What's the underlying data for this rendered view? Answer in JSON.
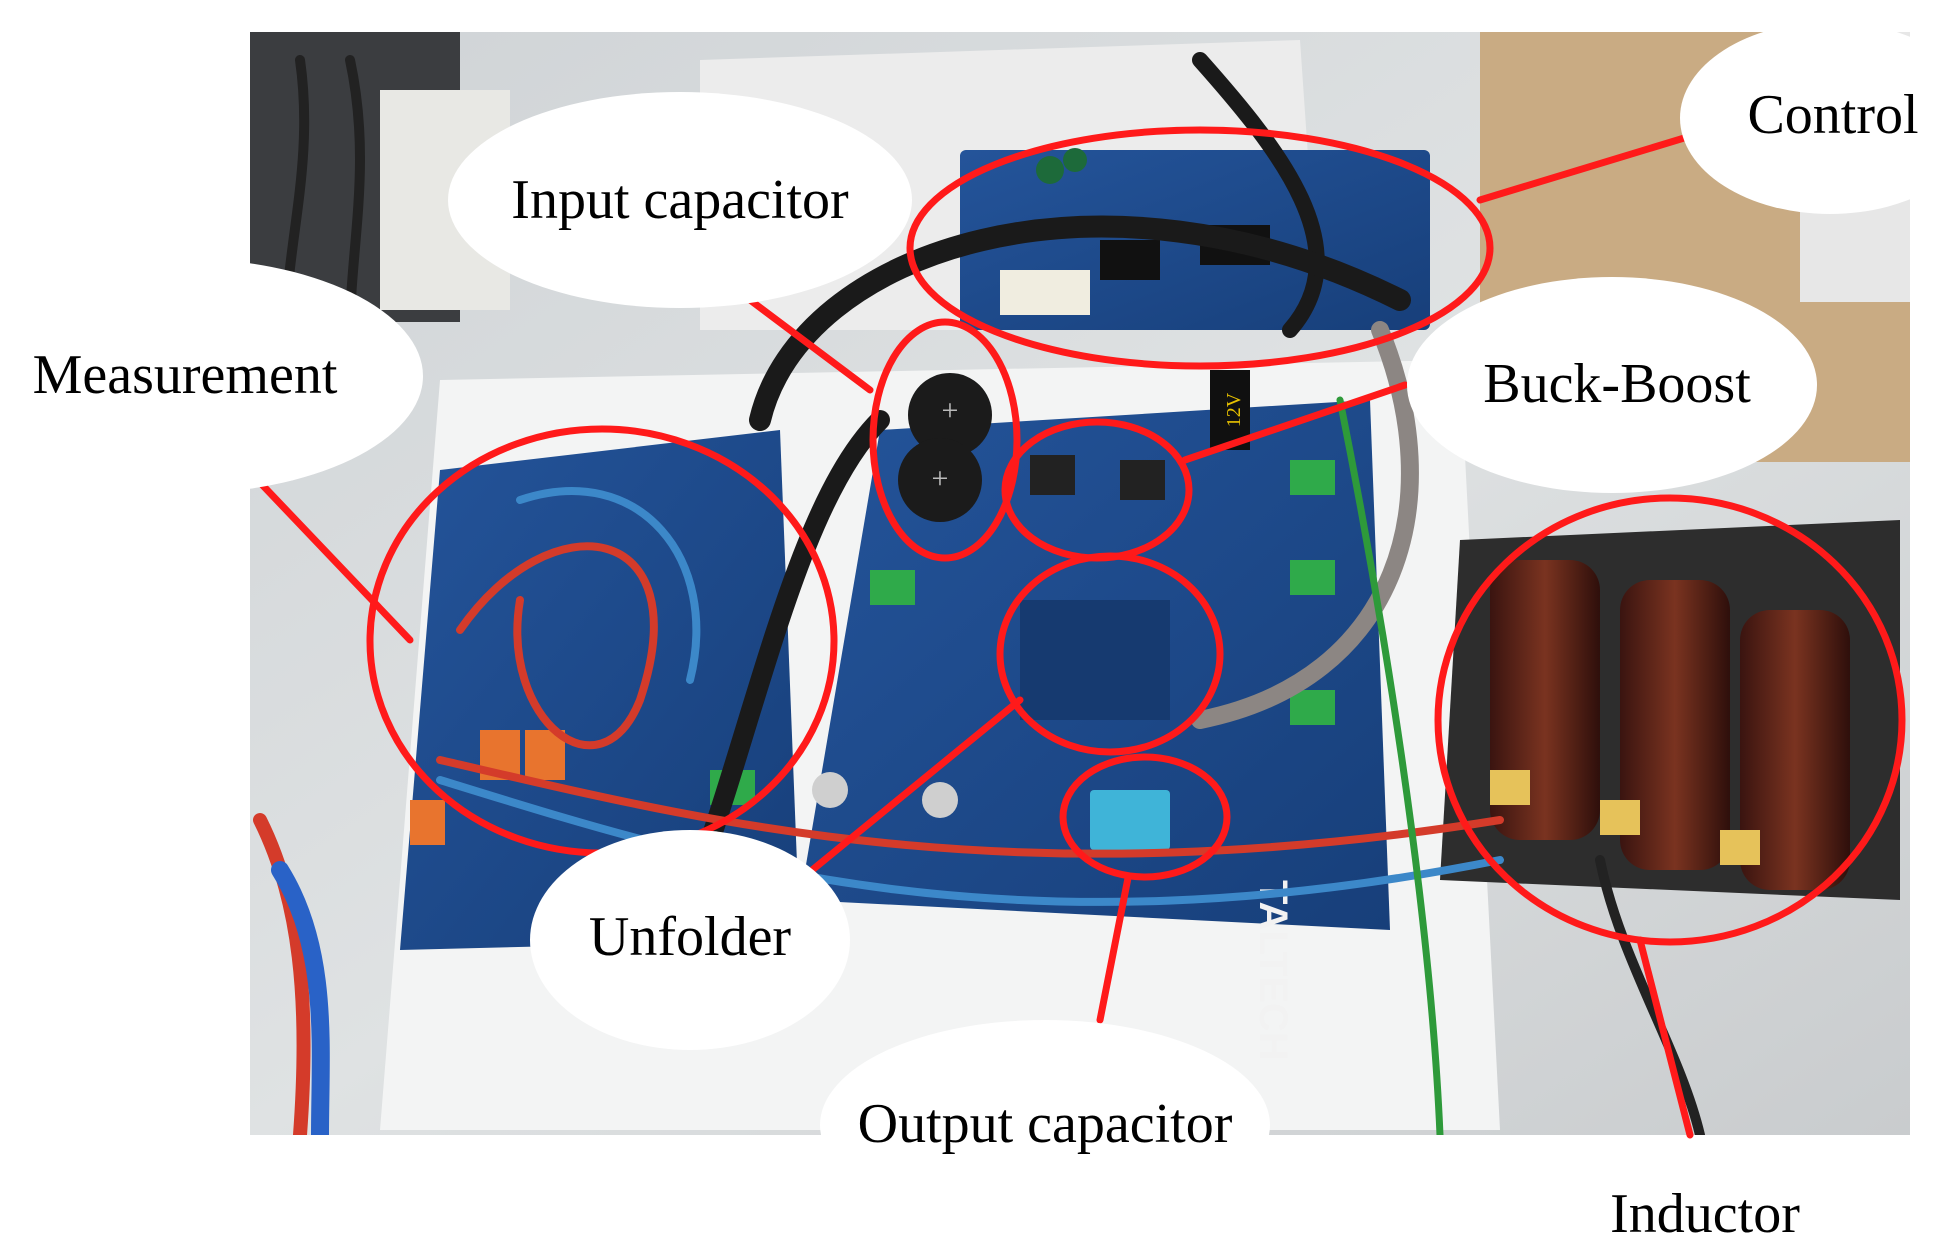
{
  "figure": {
    "labels": {
      "measurement": "Measurement",
      "input_capacitor": "Input capacitor",
      "control": "Control",
      "buck_boost": "Buck-Boost",
      "unfolder": "Unfolder",
      "output_capacitor": "Output capacitor",
      "inductor": "Inductor"
    },
    "board_marking_12v": "12V",
    "board_marking_brand": "TALTECH",
    "colors": {
      "annotation": "#ff1a1a",
      "pcb": "#1c4a8c",
      "background": "#ffffff",
      "label_bubble": "#ffffff"
    }
  }
}
